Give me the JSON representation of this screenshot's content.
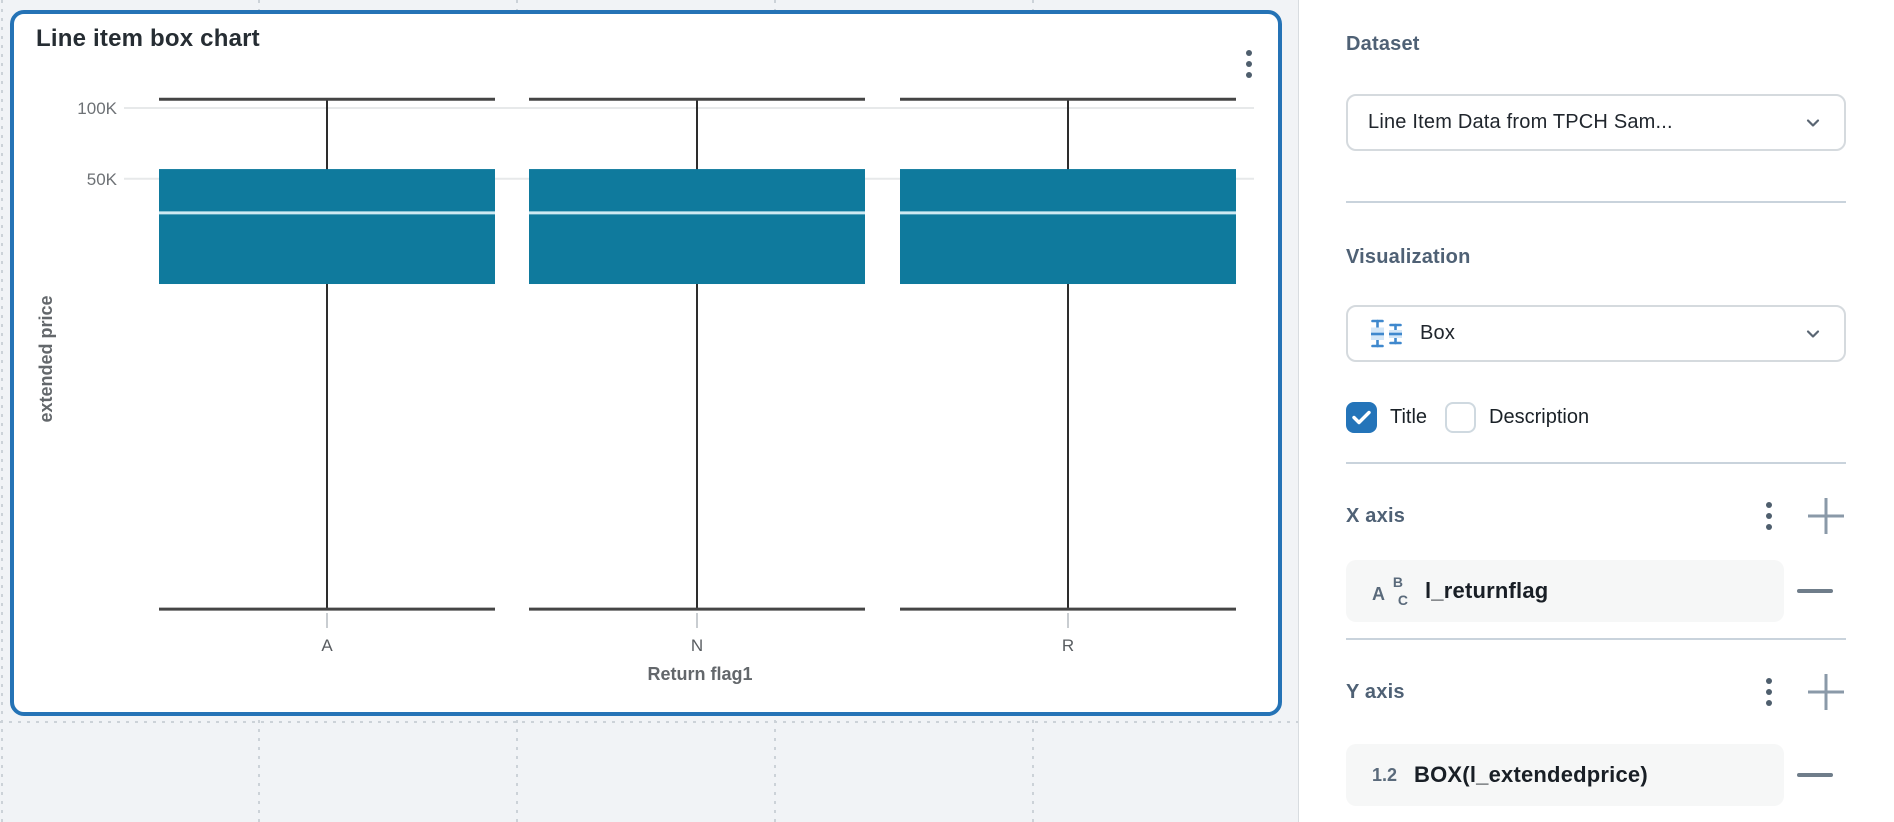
{
  "card": {
    "title": "Line item box chart"
  },
  "chart_data": {
    "type": "box",
    "title": "Line item box chart",
    "xlabel": "Return flag1",
    "ylabel": "extended price",
    "y_scale": "log",
    "y_ticks": [
      {
        "label": "100K",
        "value": 100000
      },
      {
        "label": "50K",
        "value": 50000
      }
    ],
    "ylim": [
      700,
      115000
    ],
    "grid": "horizontal-only",
    "legend": "none",
    "categories": [
      "A",
      "N",
      "R"
    ],
    "series": [
      {
        "category": "A",
        "min": 740,
        "q1": 17850,
        "median": 35800,
        "q3": 55000,
        "max": 109000
      },
      {
        "category": "N",
        "min": 740,
        "q1": 17850,
        "median": 35800,
        "q3": 55000,
        "max": 109000
      },
      {
        "category": "R",
        "min": 740,
        "q1": 17850,
        "median": 35800,
        "q3": 55000,
        "max": 109000
      }
    ],
    "box_color": "#0f7a9d",
    "median_color": "#cfe9f2",
    "whisker_color": "#2d2d2d",
    "gridline_color": "#e7e9ea",
    "tick_label_color": "#6d7175",
    "axis_title_color": "#63676b"
  },
  "panel": {
    "dataset": {
      "heading": "Dataset",
      "selected": "Line Item Data from TPCH Sam..."
    },
    "visualization": {
      "heading": "Visualization",
      "selected": "Box"
    },
    "toggles": [
      {
        "label": "Title",
        "checked": true
      },
      {
        "label": "Description",
        "checked": false
      }
    ],
    "x_axis": {
      "heading": "X axis",
      "fields": [
        {
          "type": "text",
          "badge": [
            "A",
            "B",
            "C"
          ],
          "name": "l_returnflag"
        }
      ]
    },
    "y_axis": {
      "heading": "Y axis",
      "fields": [
        {
          "type": "number",
          "badge": "1.2",
          "name": "BOX(l_extendedprice)"
        }
      ]
    }
  },
  "colors": {
    "accent_blue": "#2573b6",
    "checkbox_blue": "#2474b9",
    "canvas_bg": "#f1f3f6",
    "panel_heading": "#4f6175",
    "box_teal": "#0f7a9d"
  }
}
